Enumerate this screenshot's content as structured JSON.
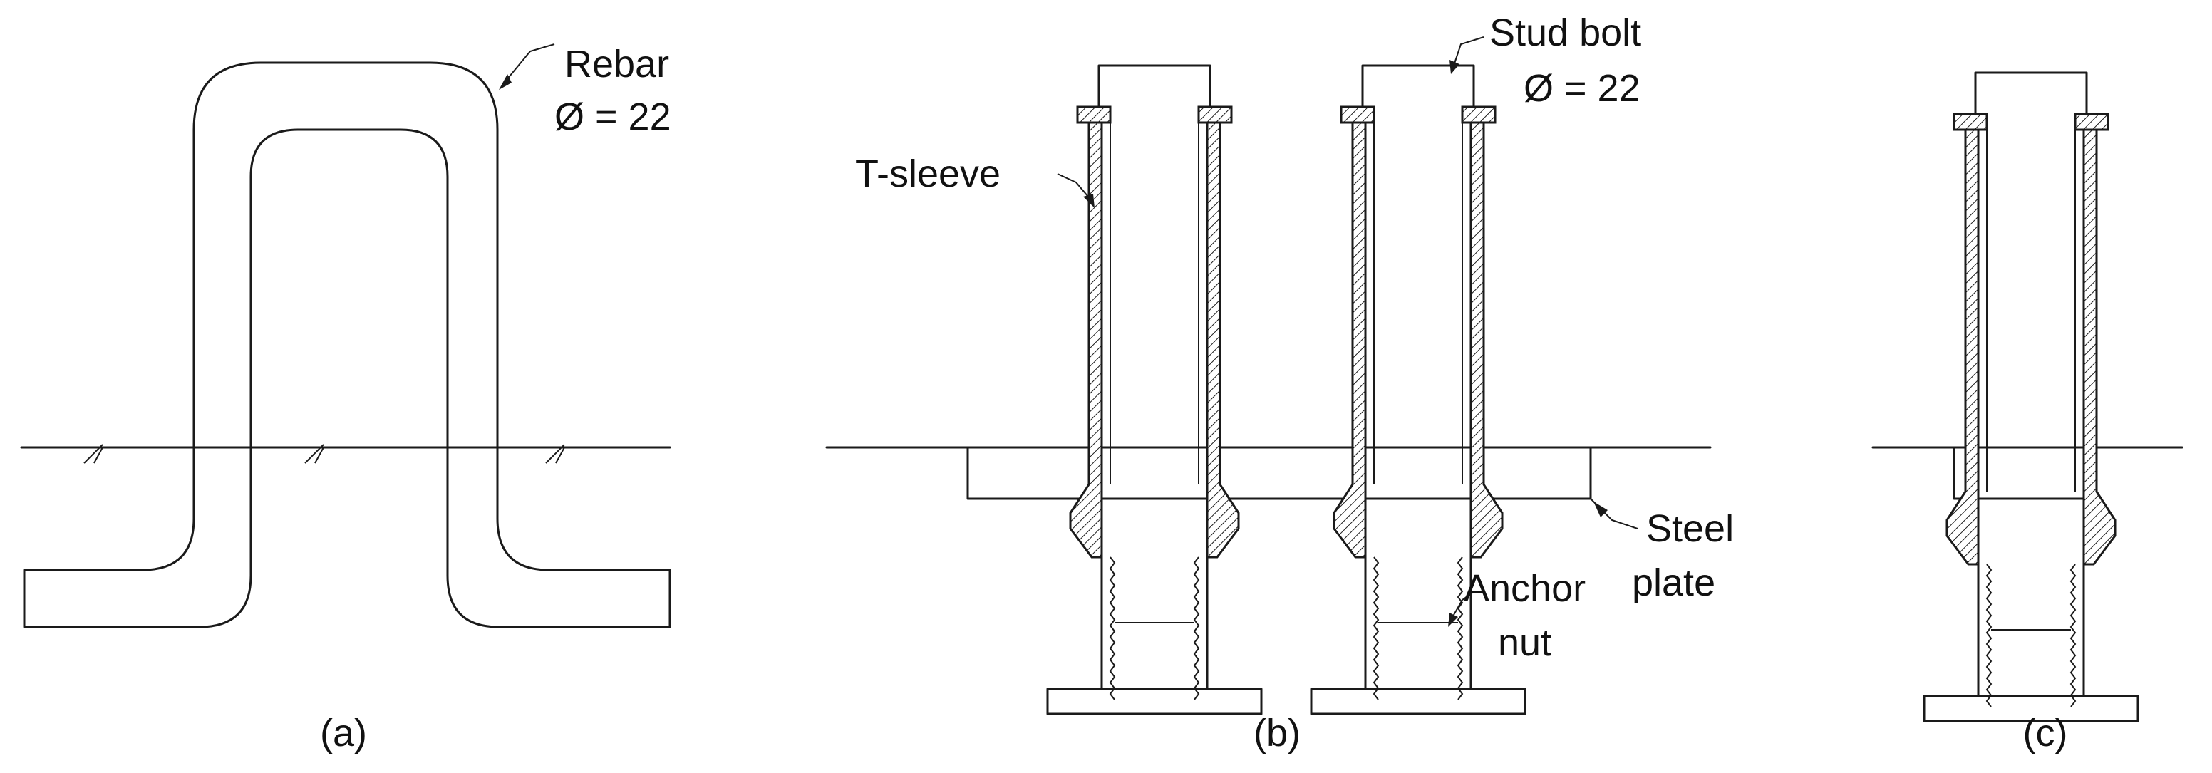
{
  "diagram": {
    "panel_a": {
      "caption": "(a)",
      "rebar_label_line1": "Rebar",
      "rebar_label_line2": "Ø = 22"
    },
    "panel_b": {
      "caption": "(b)",
      "sleeve_label": "T-sleeve",
      "stud_label_line1": "Stud bolt",
      "stud_label_line2": "Ø = 22",
      "plate_label_line1": "Steel",
      "plate_label_line2": "plate",
      "nut_label_line1": "Anchor",
      "nut_label_line2": "nut"
    },
    "panel_c": {
      "caption": "(c)"
    },
    "line_color": "#1a1a1a",
    "background_color": "#ffffff"
  }
}
